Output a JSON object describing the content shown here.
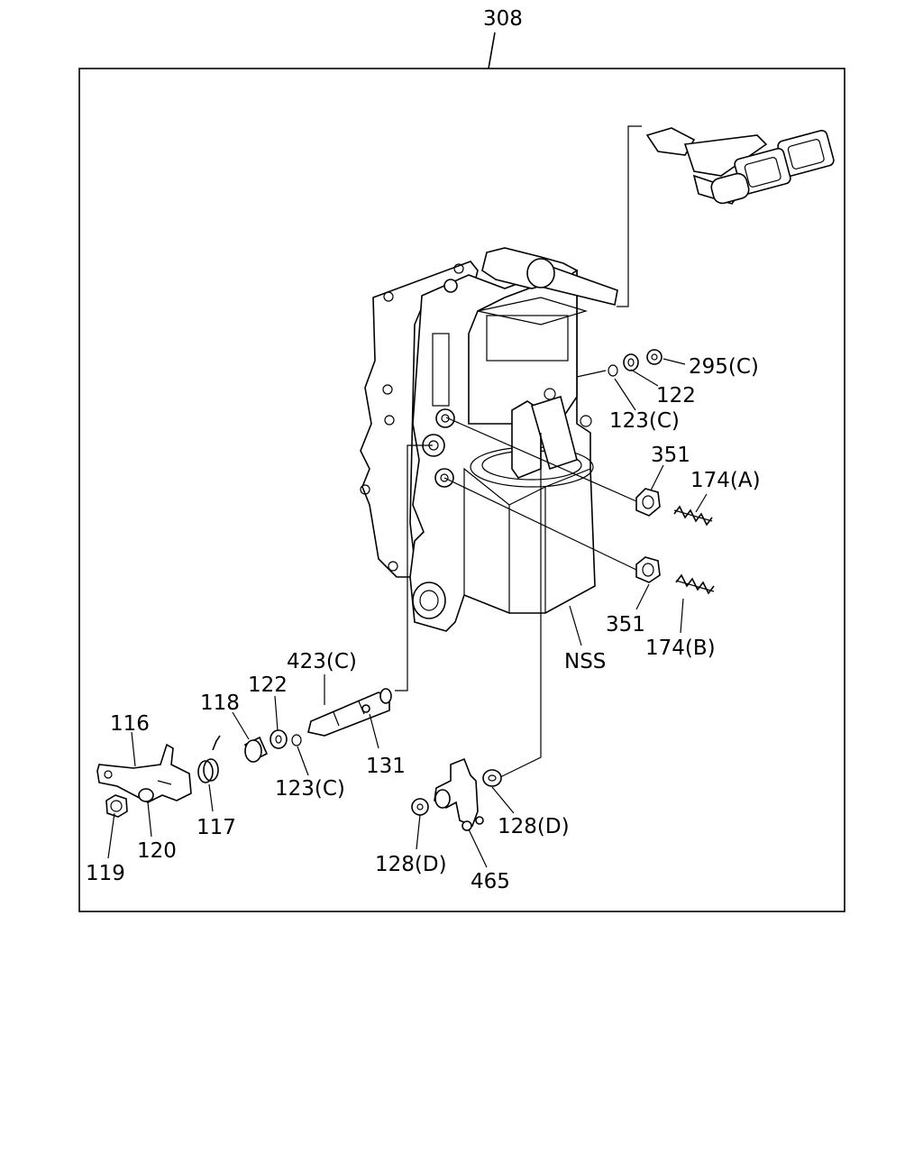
{
  "diagram": {
    "labels": {
      "assembly": "308",
      "p295c": "295(C)",
      "p122a": "122",
      "p123c_a": "123(C)",
      "p351a": "351",
      "p174a": "174(A)",
      "p351b": "351",
      "p174b": "174(B)",
      "nss": "NSS",
      "p423c": "423(C)",
      "p122b": "122",
      "p118": "118",
      "p116": "116",
      "p131": "131",
      "p123c_b": "123(C)",
      "p117": "117",
      "p120": "120",
      "p119": "119",
      "p128d_a": "128(D)",
      "p128d_b": "128(D)",
      "p465": "465"
    }
  }
}
